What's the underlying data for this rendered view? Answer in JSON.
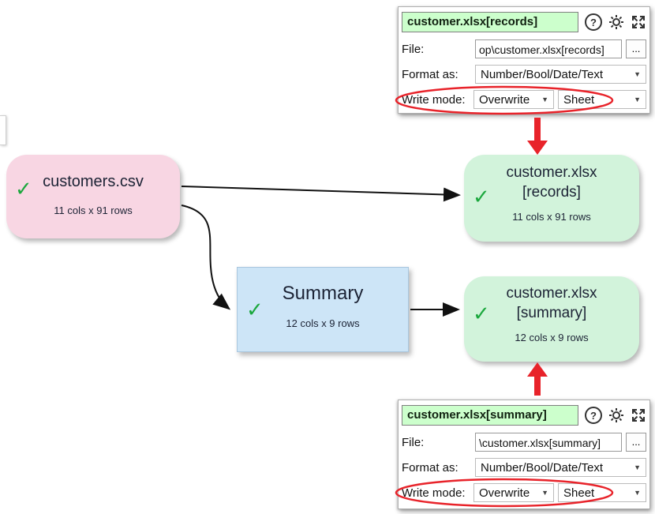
{
  "icons": {
    "check": "✓",
    "help": "?",
    "dropdown": "▼"
  },
  "canvas": {
    "nodes": {
      "source": {
        "title": "customers.csv",
        "stats": "11 cols x 91 rows"
      },
      "records_output": {
        "title_line1": "customer.xlsx",
        "title_line2": "[records]",
        "stats": "11 cols x 91 rows"
      },
      "summary_transform": {
        "title": "Summary",
        "stats": "12 cols x 9 rows"
      },
      "summary_output": {
        "title_line1": "customer.xlsx",
        "title_line2": "[summary]",
        "stats": "12 cols x 9 rows"
      }
    }
  },
  "panels": {
    "records": {
      "title": "customer.xlsx[records]",
      "file_label": "File:",
      "file_value": "op\\customer.xlsx[records]",
      "browse_label": "...",
      "format_label": "Format as:",
      "format_value": "Number/Bool/Date/Text",
      "write_mode_label": "Write mode:",
      "write_mode_value": "Overwrite",
      "sheet_mode_value": "Sheet"
    },
    "summary": {
      "title": "customer.xlsx[summary]",
      "file_label": "File:",
      "file_value": "\\customer.xlsx[summary]",
      "browse_label": "...",
      "format_label": "Format as:",
      "format_value": "Number/Bool/Date/Text",
      "write_mode_label": "Write mode:",
      "write_mode_value": "Overwrite",
      "sheet_mode_value": "Sheet"
    }
  },
  "colors": {
    "source_node": "#f8d6e3",
    "output_node": "#d2f3db",
    "transform_node": "#cde5f7",
    "panel_title_bg": "#ccffcc",
    "highlight_red": "#e8232a",
    "check_green": "#1ca83e",
    "arrow_black": "#111111"
  }
}
